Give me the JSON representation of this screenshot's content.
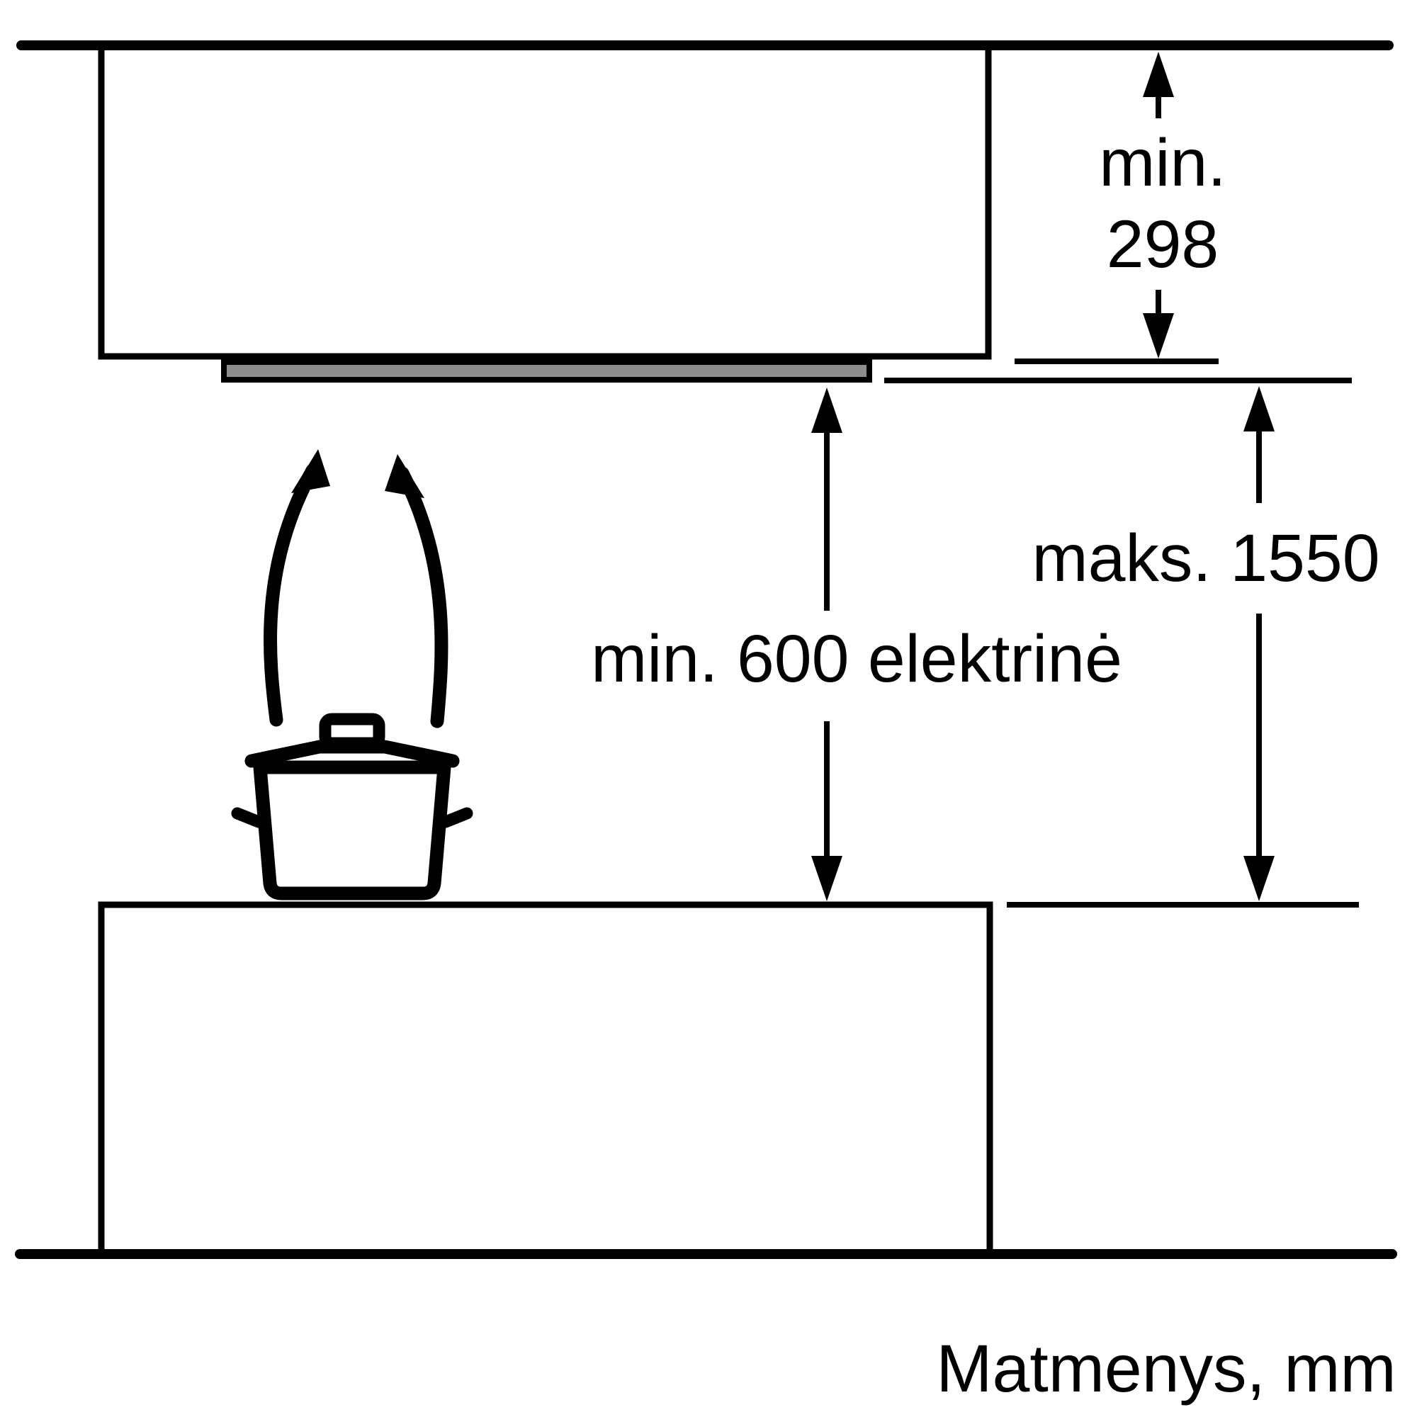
{
  "page": {
    "background": "#ffffff",
    "line_color": "#000000"
  },
  "hood_panel": {
    "fill": "#8e8e8e"
  },
  "labels": {
    "min_clearance_cabinet": {
      "line1": "min.",
      "line2": "298"
    },
    "max_total_height": "maks. 1550",
    "min_hob_clearance_electric": "min. 600 elektrinė",
    "units_note": "Matmenys, mm"
  }
}
